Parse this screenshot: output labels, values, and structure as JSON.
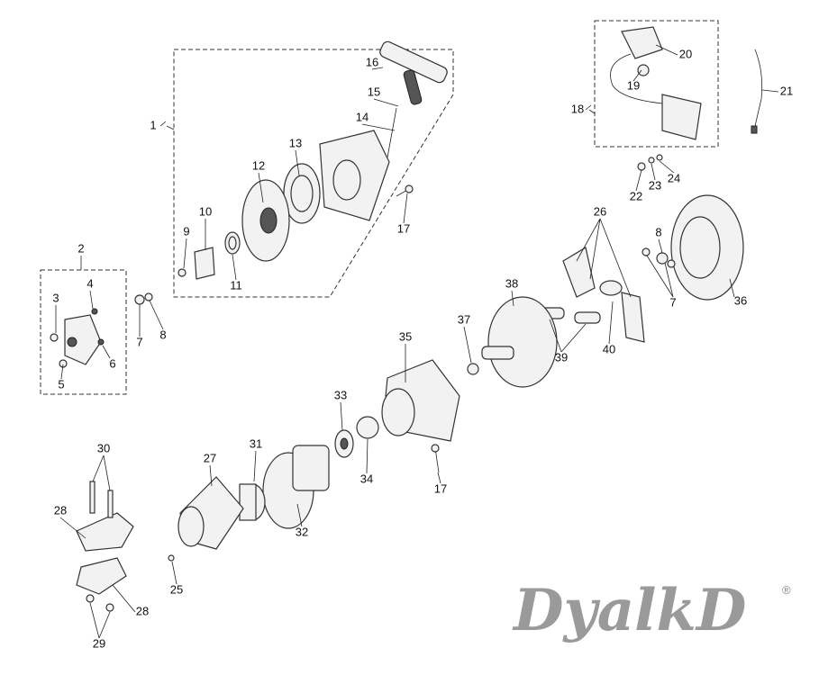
{
  "diagram": {
    "watermark": "DyalkD",
    "watermark_mark": "®",
    "labels": [
      {
        "text": "1"
      },
      {
        "text": "2"
      },
      {
        "text": "3"
      },
      {
        "text": "4"
      },
      {
        "text": "5"
      },
      {
        "text": "6"
      },
      {
        "text": "7"
      },
      {
        "text": "8"
      },
      {
        "text": "9"
      },
      {
        "text": "10"
      },
      {
        "text": "11"
      },
      {
        "text": "12"
      },
      {
        "text": "13"
      },
      {
        "text": "14"
      },
      {
        "text": "15"
      },
      {
        "text": "16"
      },
      {
        "text": "17"
      },
      {
        "text": "17"
      },
      {
        "text": "18"
      },
      {
        "text": "19"
      },
      {
        "text": "20"
      },
      {
        "text": "21"
      },
      {
        "text": "22"
      },
      {
        "text": "23"
      },
      {
        "text": "24"
      },
      {
        "text": "25"
      },
      {
        "text": "26"
      },
      {
        "text": "27"
      },
      {
        "text": "28"
      },
      {
        "text": "28"
      },
      {
        "text": "29"
      },
      {
        "text": "30"
      },
      {
        "text": "31"
      },
      {
        "text": "32"
      },
      {
        "text": "33"
      },
      {
        "text": "34"
      },
      {
        "text": "35"
      },
      {
        "text": "36"
      },
      {
        "text": "37"
      },
      {
        "text": "38"
      },
      {
        "text": "39"
      },
      {
        "text": "40"
      },
      {
        "text": "7"
      },
      {
        "text": "8"
      }
    ]
  }
}
